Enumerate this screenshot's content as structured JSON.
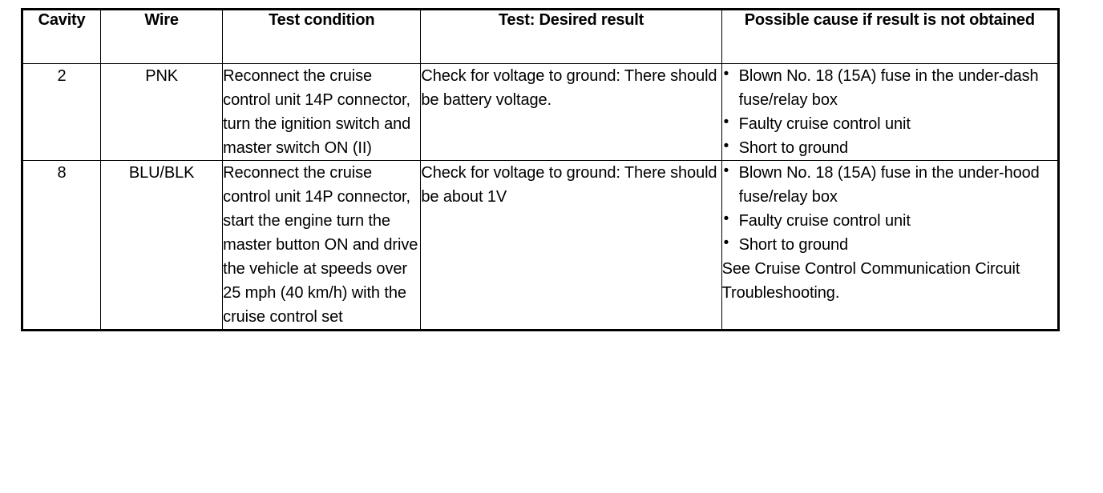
{
  "table": {
    "columns": [
      {
        "key": "cavity",
        "label": "Cavity"
      },
      {
        "key": "wire",
        "label": "Wire"
      },
      {
        "key": "test_condition",
        "label": "Test condition"
      },
      {
        "key": "desired_result",
        "label": "Test: Desired result"
      },
      {
        "key": "possible_cause",
        "label": "Possible cause if result is not obtained"
      }
    ],
    "rows": [
      {
        "cavity": "2",
        "wire": "PNK",
        "test_condition": "Reconnect the cruise control unit 14P connector, turn the ignition switch and master switch ON (II)",
        "desired_result": "Check for voltage to ground: There should be battery voltage.",
        "possible_cause_bullets": [
          "Blown No. 18 (15A) fuse in the under-dash fuse/relay box",
          "Faulty cruise control unit",
          "Short to ground"
        ],
        "possible_cause_note": ""
      },
      {
        "cavity": "8",
        "wire": "BLU/BLK",
        "test_condition": "Reconnect the cruise control unit 14P connector, start the engine turn the master button ON and drive the vehicle at speeds over 25 mph (40 km/h) with the cruise control set",
        "desired_result": "Check for voltage to ground: There should be about 1V",
        "possible_cause_bullets": [
          "Blown No. 18 (15A) fuse in the under-hood fuse/relay box",
          "Faulty cruise control unit",
          "Short to ground"
        ],
        "possible_cause_note": "See Cruise Control Communication Circuit Troubleshooting."
      }
    ],
    "bullet_glyph": "•"
  }
}
